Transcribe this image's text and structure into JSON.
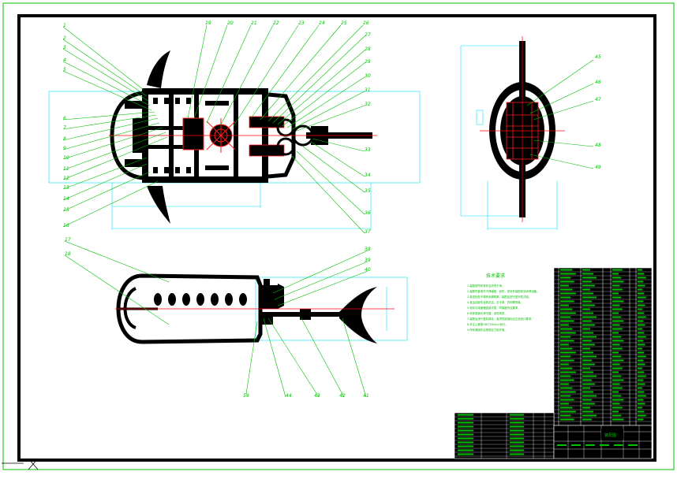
{
  "colors": {
    "background": "#ffffff",
    "frame": "#000000",
    "leader": "#00c000",
    "dimension": "#00e0ff",
    "centerline": "#ff0000",
    "part_fill": "#000000",
    "part_detail": "#ff2020"
  },
  "balloons_top_view_left": [
    "1",
    "2",
    "3",
    "4",
    "5",
    "6",
    "7",
    "8",
    "9",
    "10",
    "11",
    "12",
    "13",
    "14",
    "15",
    "16"
  ],
  "balloons_top_view_top": [
    "19",
    "20",
    "21",
    "22",
    "23",
    "24",
    "25",
    "26"
  ],
  "balloons_top_view_right": [
    "27",
    "28",
    "29",
    "30",
    "31",
    "32",
    "33",
    "34",
    "35",
    "36",
    "37"
  ],
  "balloons_side_view_left": [
    "17",
    "18"
  ],
  "balloons_side_view_right": [
    "38",
    "39",
    "40"
  ],
  "balloons_side_view_bottom": [
    "59",
    "44",
    "43",
    "42",
    "41"
  ],
  "balloons_end_view": [
    "45",
    "46",
    "47",
    "48",
    "49"
  ],
  "technical_notes": {
    "title": "技术要求",
    "lines": [
      "1.装配前所有零件应清洗干净。",
      "2.装配时各零件不得磕碰、划伤，密封件装配前涂润滑油脂。",
      "3.各密封处不得有渗漏现象，装配后进行密封性试验。",
      "4.各运动部件运转灵活，无卡滞、异响等现象。",
      "5.电机与减速器连接可靠，同轴度符合要求。",
      "6.壳体表面光滑平整，涂防锈漆。",
      "7.装配后进行整机调试，各项性能指标应达到设计要求。",
      "8.未注公差按GB/T1804-m执行。",
      "9.所有紧固件应按规定力矩拧紧。"
    ]
  },
  "title_block": {
    "drawing_title": "装配图"
  }
}
